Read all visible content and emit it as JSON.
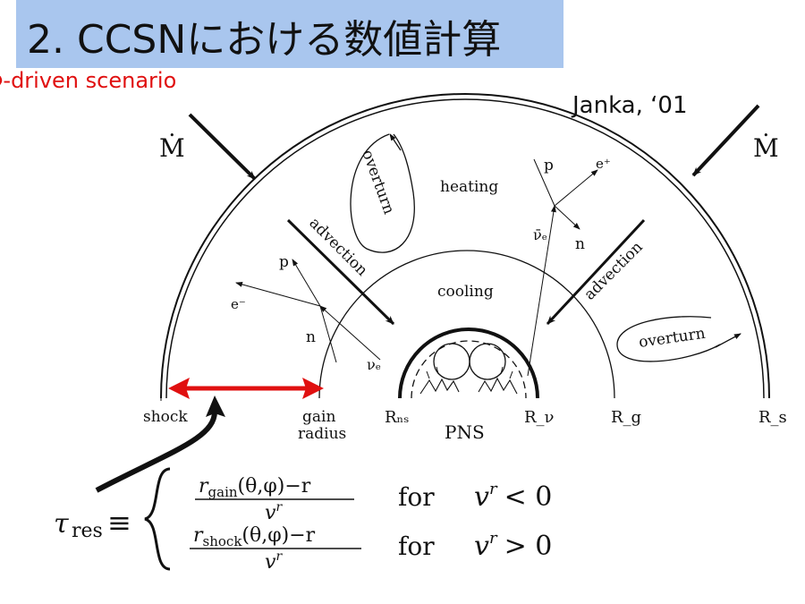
{
  "slide": {
    "title": "2. CCSNにおける数値計算",
    "subtitle": "ν-driven scenario",
    "credit": "Janka,  ‘01"
  },
  "diagram": {
    "labels": {
      "mdot_left": "Ṁ",
      "mdot_right": "Ṁ",
      "overturn_top": "overturn",
      "overturn_right": "overturn",
      "heating": "heating",
      "cooling": "cooling",
      "advection_left": "advection",
      "advection_right": "advection",
      "p_left": "p",
      "e_left": "e⁻",
      "n_left": "n",
      "nue": "νₑ",
      "p_right": "p",
      "e_right": "e⁺",
      "n_right": "n",
      "nuebar": "ν̄ₑ",
      "shock": "shock",
      "gain": "gain",
      "radius": "radius",
      "rns": "Rₙₛ",
      "pns": "PNS",
      "rnu": "R_ν",
      "rg": "R_g",
      "rs": "R_s"
    },
    "colors": {
      "highlight_arrow": "#e01010",
      "title_bg": "#a9c6ee"
    }
  },
  "equation": {
    "lhs": "τ",
    "lhs_sub": "res",
    "equiv": "≡",
    "case1_num": "r",
    "case1_num_sub": "gain",
    "case1_num_rest": "(θ,φ)−r",
    "case1_den": "v",
    "case1_den_sup": "r",
    "case1_cond": "for",
    "case1_rel_var": "v",
    "case1_rel_sup": "r",
    "case1_rel": "< 0",
    "case2_num": "r",
    "case2_num_sub": "shock",
    "case2_num_rest": "(θ,φ)−r",
    "case2_den": "v",
    "case2_den_sup": "r",
    "case2_cond": "for",
    "case2_rel_var": "v",
    "case2_rel_sup": "r",
    "case2_rel": "> 0"
  }
}
